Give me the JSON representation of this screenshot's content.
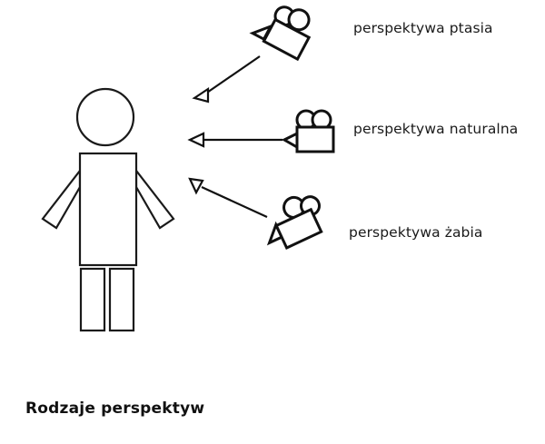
{
  "title": "Rodzaje perspektyw",
  "background_color": "#ffffff",
  "line_color": "#1a1a1a",
  "labels": {
    "bird": "perspektywa ptasia",
    "natural": "perspektywa naturalna",
    "frog": "perspektywa żabia"
  },
  "figure": {
    "name": "standing person stick figure",
    "head_shape": "circle",
    "torso_shape": "rectangle",
    "arm_count": 2,
    "leg_count": 2
  },
  "cameras": [
    {
      "id": "camera-bird",
      "label": "perspektywa ptasia",
      "rotation_deg": 28,
      "position": "above, pointing down toward figure"
    },
    {
      "id": "camera-natural",
      "label": "perspektywa naturalna",
      "rotation_deg": 0,
      "position": "level with figure head, pointing horizontally left"
    },
    {
      "id": "camera-frog",
      "label": "perspektywa żabia",
      "rotation_deg": -25,
      "position": "below, pointing up toward figure"
    }
  ],
  "arrows": [
    {
      "id": "arrow-bird",
      "from": "camera-bird",
      "to": "figure",
      "direction": "down-left"
    },
    {
      "id": "arrow-natural",
      "from": "camera-natural",
      "to": "figure",
      "direction": "left"
    },
    {
      "id": "arrow-frog",
      "from": "camera-frog",
      "to": "figure",
      "direction": "up-left"
    }
  ]
}
